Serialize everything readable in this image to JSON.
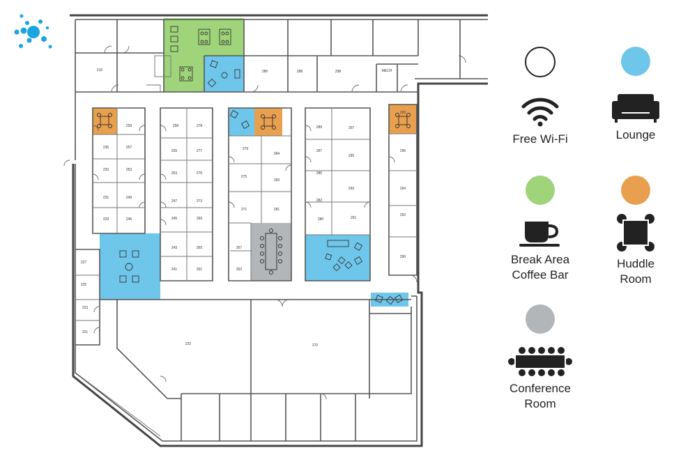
{
  "colors": {
    "free_wifi": "#ffffff",
    "lounge": "#6ec6ea",
    "break_area": "#9fd47a",
    "huddle_room": "#e9a04e",
    "conference_room": "#b2b6b9",
    "logo": "#1ba5e0",
    "wall": "#555555"
  },
  "legend": [
    {
      "key": "free_wifi",
      "label_lines": [
        "Free Wi-Fi"
      ],
      "icon": "wifi-icon"
    },
    {
      "key": "lounge",
      "label_lines": [
        "Lounge"
      ],
      "icon": "sofa-icon"
    },
    {
      "key": "break_area",
      "label_lines": [
        "Break Area",
        "Coffee Bar"
      ],
      "icon": "coffee-cup-icon"
    },
    {
      "key": "huddle_room",
      "label_lines": [
        "Huddle",
        "Room"
      ],
      "icon": "huddle-table-icon"
    },
    {
      "key": "conference_room",
      "label_lines": [
        "Conference",
        "Room"
      ],
      "icon": "conference-table-icon"
    }
  ],
  "rooms": {
    "r216": "216",
    "r286": "286",
    "r288": "288",
    "r298": "298",
    "mech": "MECH",
    "r259": "259",
    "r258": "258",
    "r278": "278",
    "r289": "289",
    "r297": "297",
    "r220": "220",
    "r235": "235",
    "r257": "257",
    "r255": "255",
    "r277": "277",
    "r279": "279",
    "r284": "284",
    "r287": "287",
    "r295": "295",
    "r296": "296",
    "r233": "233",
    "r253": "253",
    "r253b": "253",
    "r276": "276",
    "r275": "275",
    "r283": "283",
    "r285": "285",
    "r293": "293",
    "r294": "294",
    "r231": "231",
    "r249": "249",
    "r247": "247",
    "r273": "273",
    "r271": "271",
    "r281": "281",
    "r282": "282",
    "r292": "292",
    "r229": "229",
    "r246": "246",
    "r245": "245",
    "r269": "269",
    "r280": "280",
    "r291": "291",
    "r243": "243",
    "r265": "265",
    "r267": "267",
    "r290": "290",
    "r241": "241",
    "r261": "261",
    "r263": "263",
    "r227": "227",
    "r225": "225",
    "r223": "223",
    "r221": "221",
    "r222": "222",
    "r270": "270"
  }
}
